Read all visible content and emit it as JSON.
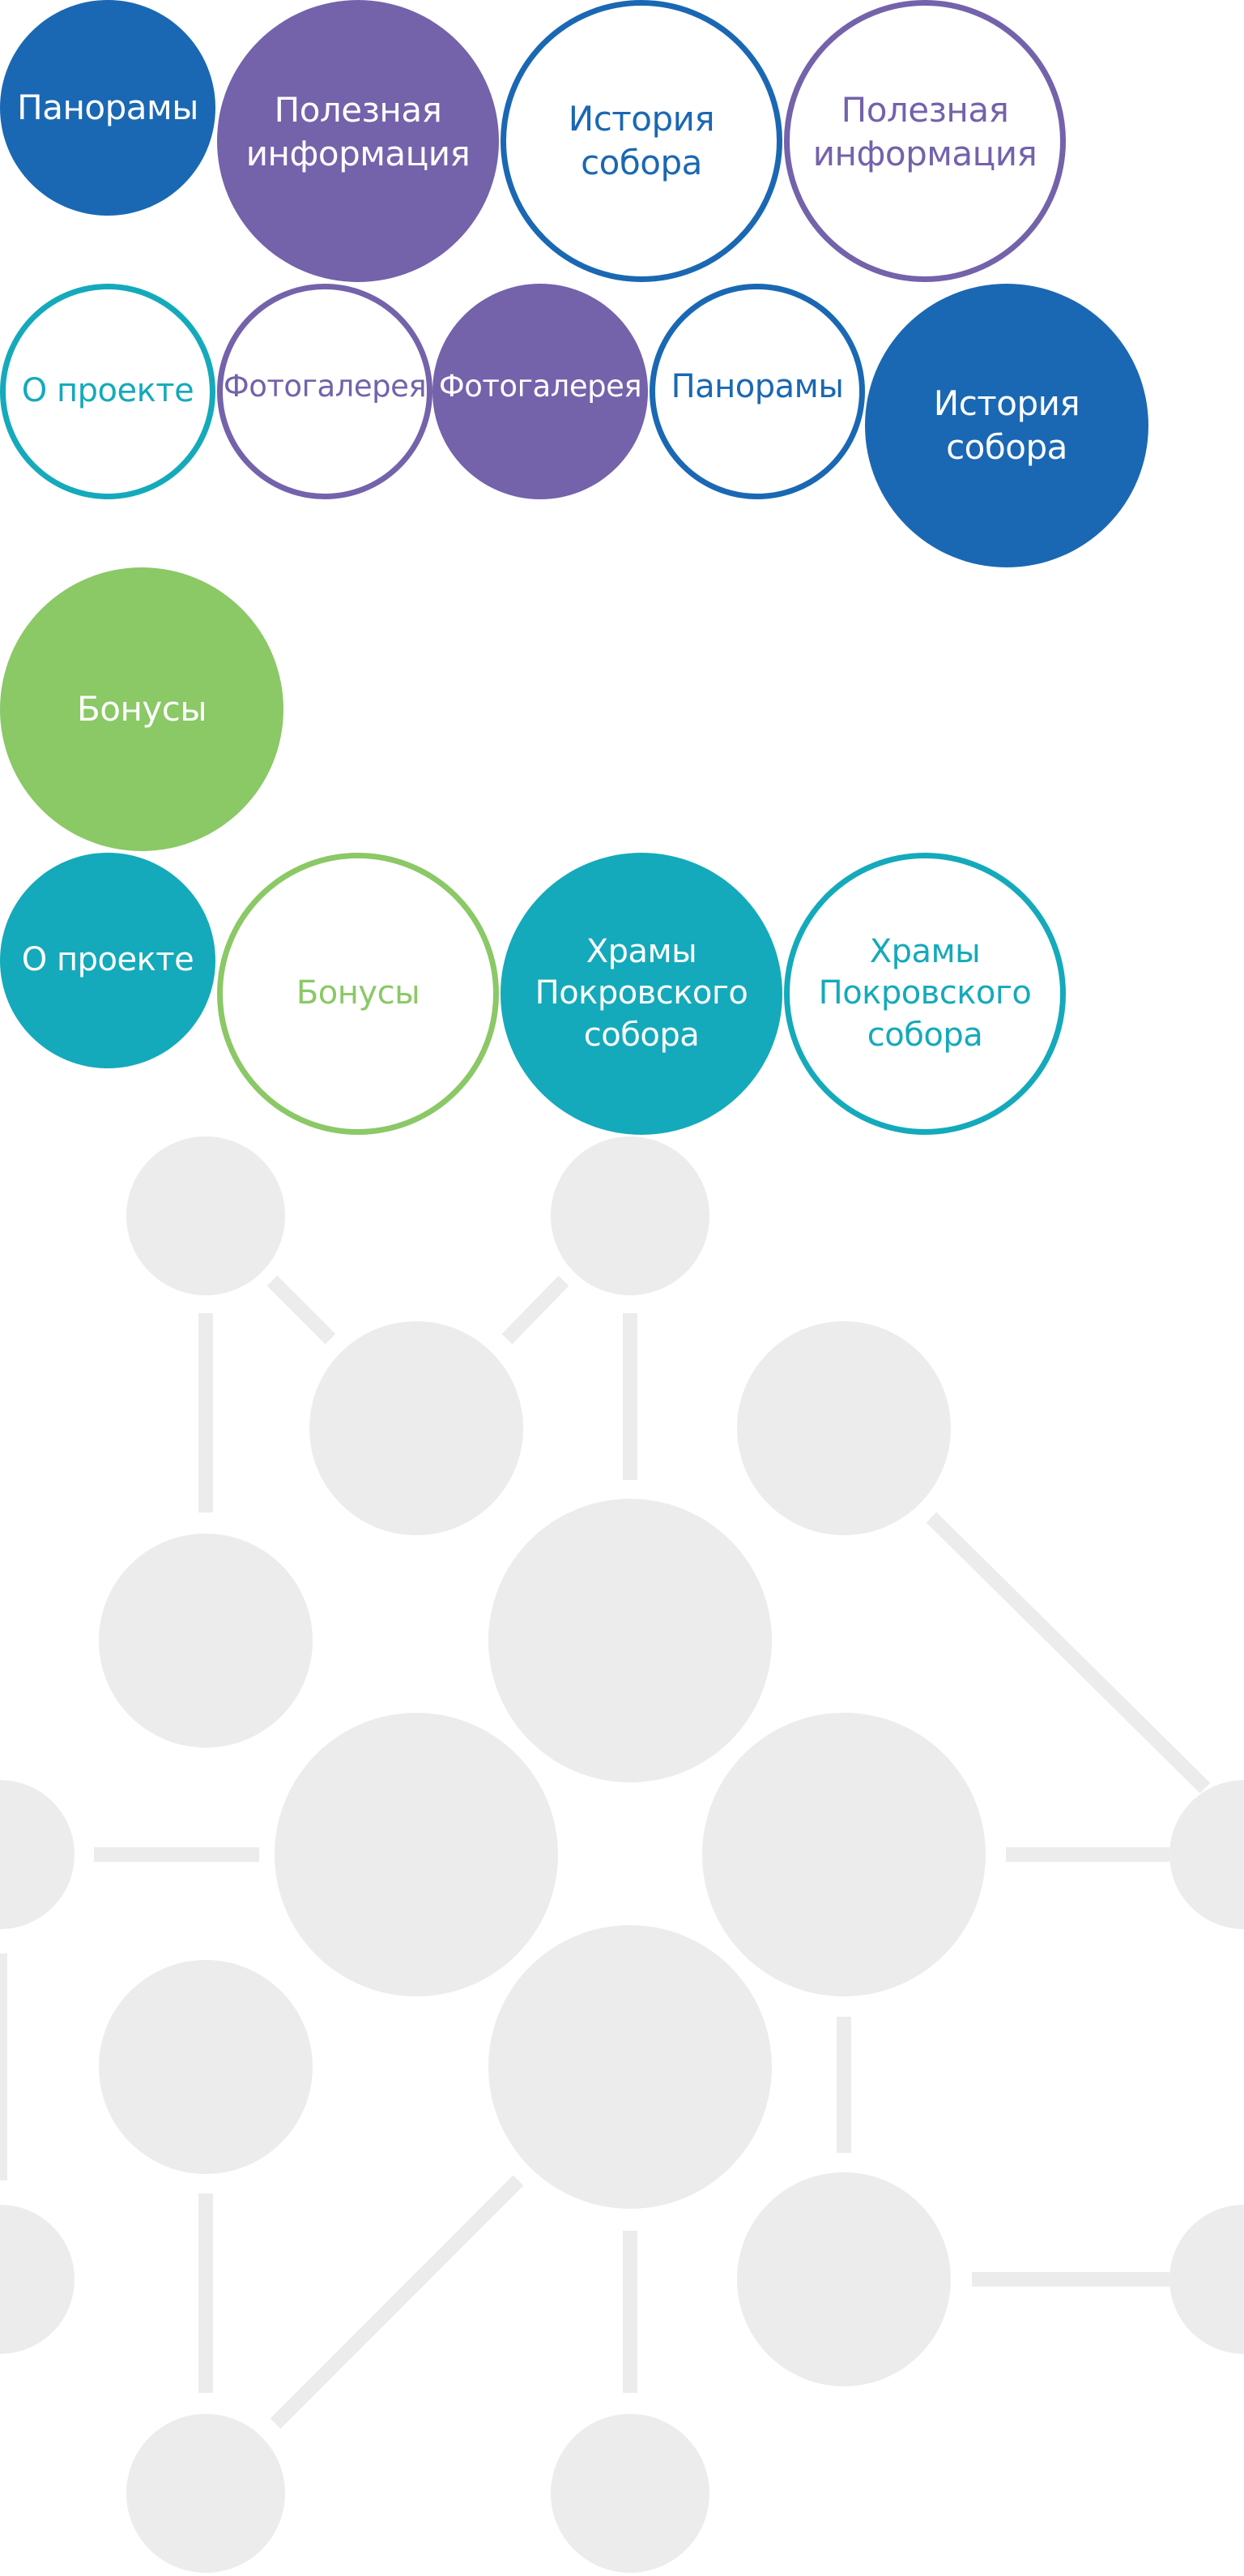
{
  "palette": {
    "blue": "#1a68b3",
    "violet": "#7462ab",
    "teal": "#14aabb",
    "green": "#8bc866",
    "network_gray": "#ececec"
  },
  "buttons": [
    {
      "id": "panoramas-filled",
      "label": "Панорамы",
      "color": "blue",
      "style": "filled"
    },
    {
      "id": "useful-info-filled",
      "label": "Полезная\nинформация",
      "color": "violet",
      "style": "filled"
    },
    {
      "id": "history-outline",
      "label": "История\nсобора",
      "color": "blue",
      "style": "outline"
    },
    {
      "id": "useful-info-outline",
      "label": "Полезная\nинформация",
      "color": "violet",
      "style": "outline"
    },
    {
      "id": "about-outline",
      "label": "О проекте",
      "color": "teal",
      "style": "outline"
    },
    {
      "id": "gallery-outline",
      "label": "Фотогалерея",
      "color": "violet",
      "style": "outline"
    },
    {
      "id": "gallery-filled",
      "label": "Фотогалерея",
      "color": "violet",
      "style": "filled"
    },
    {
      "id": "panoramas-outline",
      "label": "Панорамы",
      "color": "blue",
      "style": "outline"
    },
    {
      "id": "history-filled",
      "label": "История\nсобора",
      "color": "blue",
      "style": "filled"
    },
    {
      "id": "bonuses-filled",
      "label": "Бонусы",
      "color": "green",
      "style": "filled"
    },
    {
      "id": "about-filled",
      "label": "О проекте",
      "color": "teal",
      "style": "filled"
    },
    {
      "id": "bonuses-outline",
      "label": "Бонусы",
      "color": "green",
      "style": "outline"
    },
    {
      "id": "churches-filled",
      "label": "Храмы\nПокровского\nсобора",
      "color": "teal",
      "style": "filled"
    },
    {
      "id": "churches-outline",
      "label": "Храмы\nПокровского\nсобора",
      "color": "teal",
      "style": "outline"
    }
  ]
}
